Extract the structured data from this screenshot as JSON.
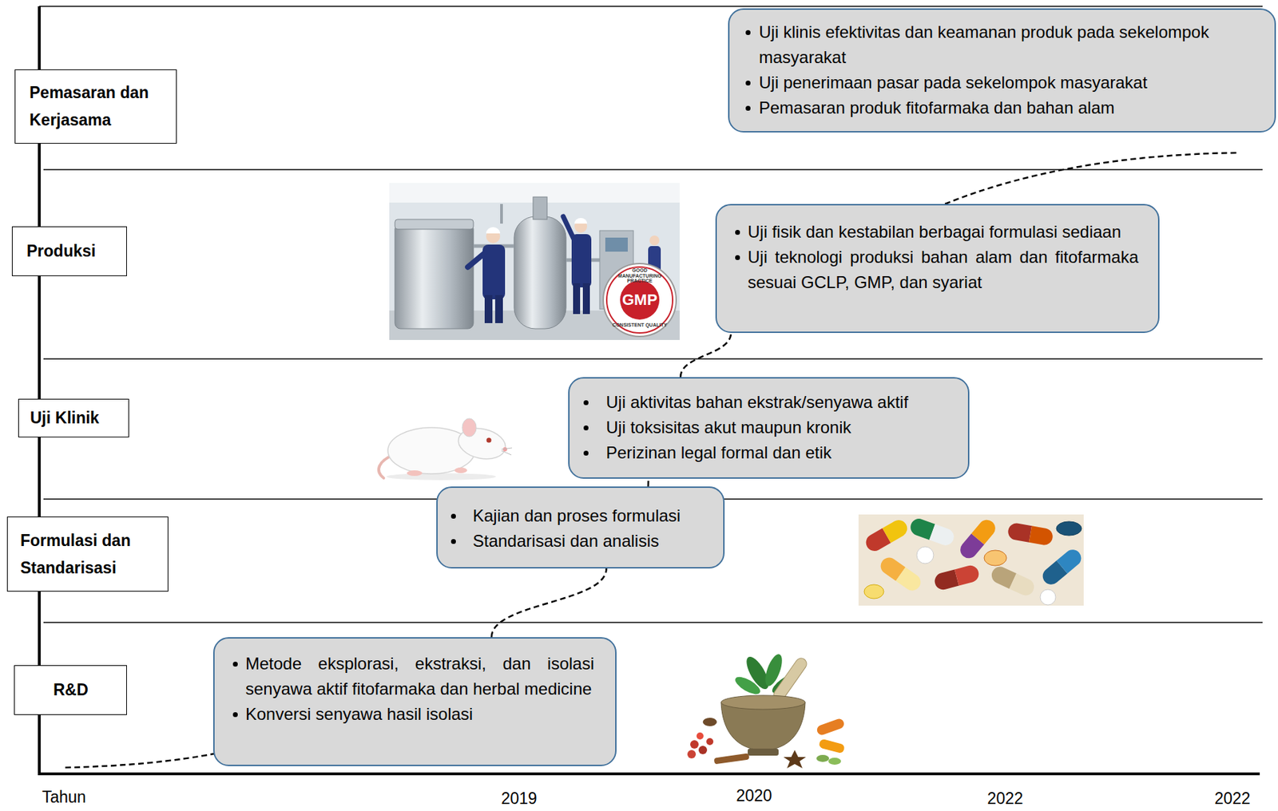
{
  "diagram": {
    "nodes": [
      {
        "text": [
          "Pemasaran dan Kerjasama"
        ]
      },
      {
        "text": [
          "Uji klinis efektivitas dan keamanan produk pada sekelompok masyarakat",
          "Uji penerimaan pasar pada sekelompok masyarakat",
          "Pemasaran produk fitofarmaka dan bahan alam"
        ]
      },
      {
        "text": [
          "Produksi"
        ]
      },
      {
        "text": [
          "Uji fisik dan kestabilan berbagai formulasi sediaan",
          "Uji teknologi produksi bahan alam dan fitofarmaka sesuai GCLP, GMP, dan syariat"
        ]
      },
      {
        "text": [
          "Uji Klinik"
        ]
      },
      {
        "text": [
          "Uji aktivitas bahan ekstrak/senyawa aktif",
          "Uji toksisitas akut maupun kronik",
          "Perizinan legal formal dan etik"
        ]
      },
      {
        "text": [
          "Formulasi dan Standarisasi"
        ]
      },
      {
        "text": [
          "Kajian dan proses formulasi",
          "Standarisasi dan analisis"
        ]
      },
      {
        "text": [
          "R&D"
        ]
      },
      {
        "text": [
          "Metode eksplorasi, ekstraksi, dan isolasi senyawa aktif fitofarmaka dan herbal medicine",
          "Konversi senyawa hasil isolasi"
        ]
      }
    ],
    "edges": [
      {
        "from": 9,
        "to": 7,
        "arrow": "none"
      },
      {
        "from": 7,
        "to": 5,
        "arrow": "none"
      },
      {
        "from": 5,
        "to": 3,
        "arrow": "none"
      }
    ],
    "labels": [
      "GOOD MANUFACTURING PRACTICE",
      "GMP",
      "CONSISTENT QUALITY",
      "Tahun",
      "2019",
      "2020",
      "2022",
      "2022"
    ]
  }
}
